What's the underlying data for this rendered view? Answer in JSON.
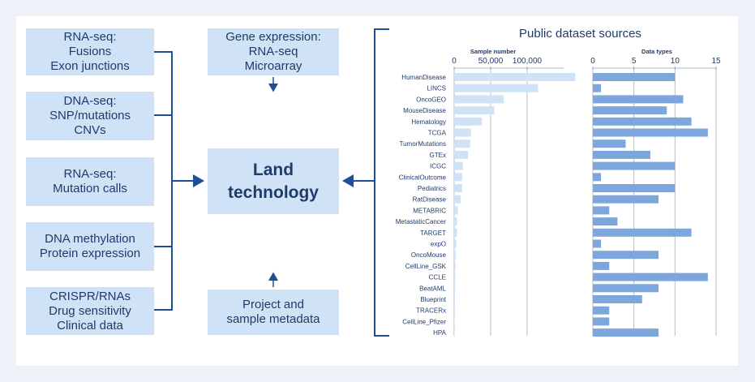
{
  "left_boxes": [
    {
      "lines": [
        "RNA-seq:",
        "Fusions",
        "Exon junctions"
      ]
    },
    {
      "lines": [
        "DNA-seq:",
        "SNP/mutations",
        "CNVs"
      ]
    },
    {
      "lines": [
        "RNA-seq:",
        "Mutation calls"
      ]
    },
    {
      "lines": [
        "DNA methylation",
        "Protein expression"
      ]
    },
    {
      "lines": [
        "CRISPR/RNAs",
        "Drug sensitivity",
        "Clinical data"
      ]
    }
  ],
  "top_box": {
    "lines": [
      "Gene expression:",
      "RNA-seq",
      "Microarray"
    ]
  },
  "center_box": {
    "lines": [
      "Land",
      "technology"
    ]
  },
  "bottom_box": {
    "lines": [
      "Project and",
      "sample metadata"
    ]
  },
  "colors": {
    "box_fill": "#cfe2f6",
    "line": "#1f4e96",
    "bar_light": "#cfe2f6",
    "bar_dark": "#7da6dc",
    "text": "#1f3b6a"
  },
  "chart_data": {
    "type": "bar",
    "title": "Public dataset sources",
    "categories": [
      "HumanDisease",
      "LINCS",
      "OncoGEO",
      "MouseDisease",
      "Hematology",
      "TCGA",
      "TumorMutations",
      "GTEx",
      "ICGC",
      "ClinicalOutcome",
      "Pediatrics",
      "RatDisease",
      "METABRIC",
      "MetastaticCancer",
      "TARGET",
      "expO",
      "OncoMouse",
      "CellLine_GSK",
      "CCLE",
      "BeatAML",
      "Blueprint",
      "TRACERx",
      "CellLine_Pfizer",
      "HPA"
    ],
    "series": [
      {
        "name": "Sample number",
        "axis_label": "Sample number",
        "ticks": [
          0,
          50000,
          100000
        ],
        "tick_labels": [
          "0",
          "50,000",
          "100,000"
        ],
        "xlim": [
          0,
          150000
        ],
        "values": [
          166000,
          115000,
          68000,
          55000,
          38000,
          23000,
          22000,
          19000,
          12000,
          11000,
          11000,
          9000,
          5000,
          4000,
          4000,
          3000,
          2500,
          2000,
          1500,
          1200,
          1000,
          800,
          600,
          400
        ]
      },
      {
        "name": "Data types",
        "axis_label": "Data types",
        "ticks": [
          0,
          5,
          10,
          15
        ],
        "tick_labels": [
          "0",
          "5",
          "10",
          "15"
        ],
        "xlim": [
          0,
          15
        ],
        "values": [
          10,
          1,
          11,
          9,
          12,
          14,
          4,
          7,
          10,
          1,
          10,
          8,
          2,
          3,
          12,
          1,
          8,
          2,
          14,
          8,
          6,
          2,
          2,
          8
        ]
      }
    ]
  }
}
